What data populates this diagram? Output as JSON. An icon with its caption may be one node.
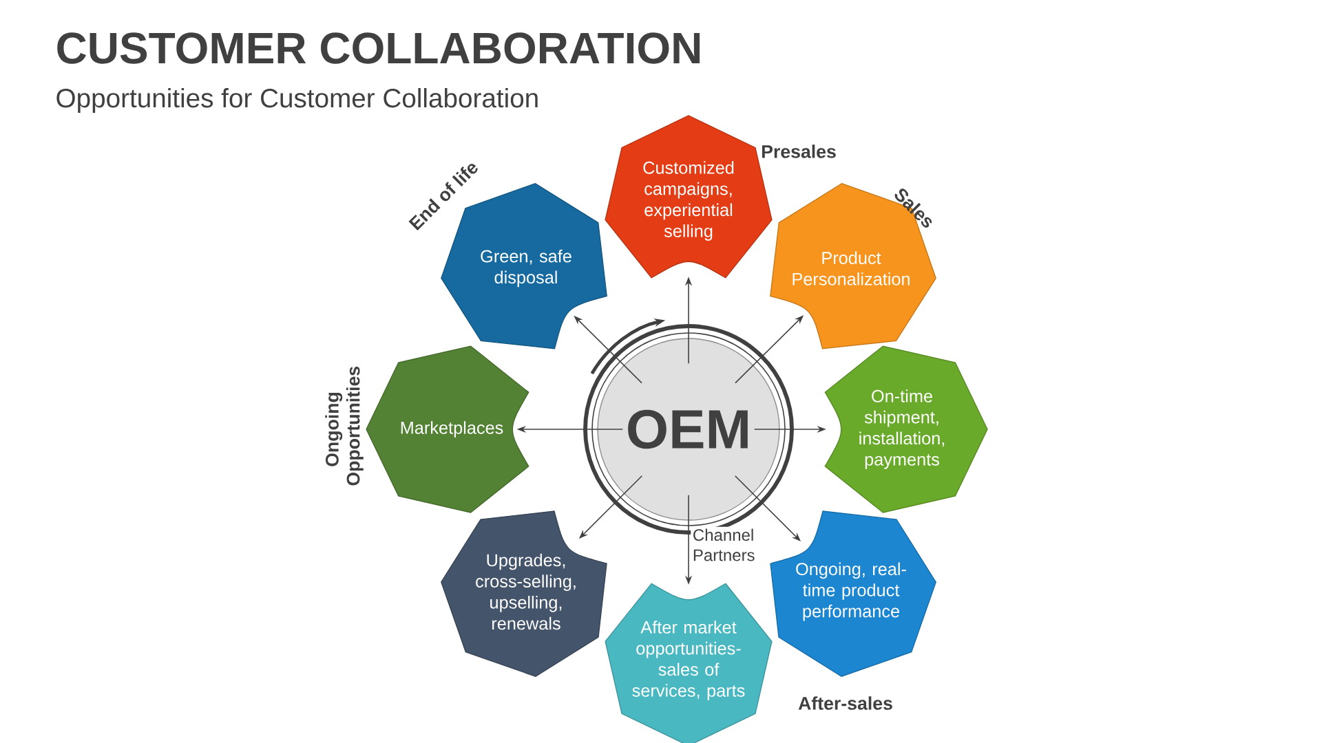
{
  "diagram": {
    "title": "CUSTOMER COLLABORATION",
    "caption": "Opportunities for Customer Collaboration",
    "nodes": [
      {
        "text": [
          "OEM"
        ]
      },
      {
        "text": [
          "Customized campaigns, experiential selling"
        ]
      },
      {
        "text": [
          "Product Personalization"
        ]
      },
      {
        "text": [
          "On-time shipment, installation, payments"
        ]
      },
      {
        "text": [
          "Ongoing, real-time product performance"
        ]
      },
      {
        "text": [
          "After market opportunities-sales of services, parts"
        ]
      },
      {
        "text": [
          "Upgrades, cross-selling, upselling, renewals"
        ]
      },
      {
        "text": [
          "Marketplaces"
        ]
      },
      {
        "text": [
          "Green, safe disposal"
        ]
      }
    ],
    "edges": [
      {
        "from": 0,
        "to": 1,
        "arrow": "to"
      },
      {
        "from": 0,
        "to": 2,
        "arrow": "to"
      },
      {
        "from": 0,
        "to": 3,
        "arrow": "to"
      },
      {
        "from": 0,
        "to": 4,
        "arrow": "to"
      },
      {
        "from": 0,
        "to": 5,
        "arrow": "to",
        "label": "Channel Partners"
      },
      {
        "from": 0,
        "to": 6,
        "arrow": "to"
      },
      {
        "from": 0,
        "to": 7,
        "arrow": "to"
      },
      {
        "from": 0,
        "to": 8,
        "arrow": "to"
      }
    ],
    "labels": [
      "Presales",
      "Sales",
      "End of life",
      "Ongoing Opportunities",
      "After-sales"
    ]
  }
}
